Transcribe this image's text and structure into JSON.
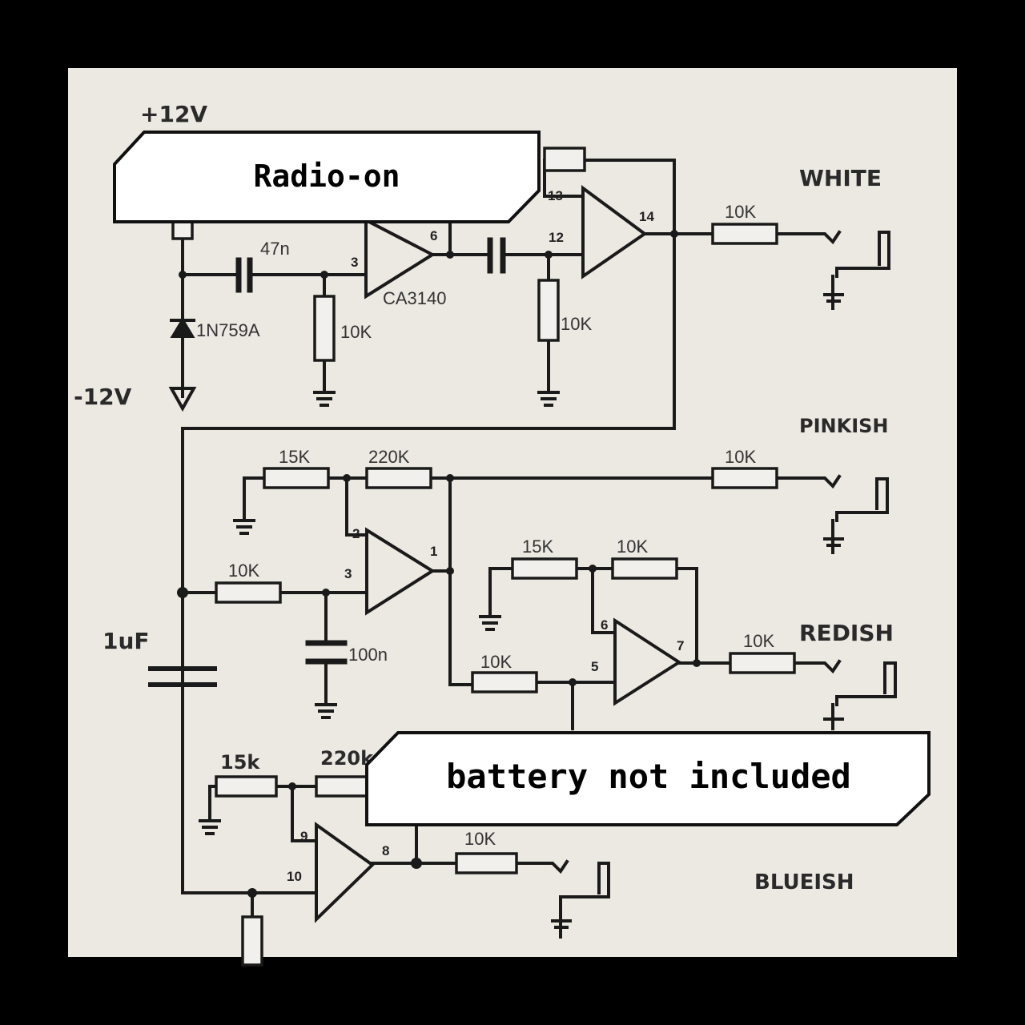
{
  "overlays": {
    "top_tag": "Radio-on",
    "bottom_tag": "battery not included"
  },
  "schematic": {
    "supply_pos": "+12V",
    "supply_neg": "-12V",
    "zener": "1N759A",
    "cap_47n": "47n",
    "opamp_model": "CA3140",
    "r_10k_a": "10K",
    "r_10k_b": "10K",
    "pin_3a": "3",
    "pin_6a": "6",
    "pin_12": "12",
    "pin_13": "13",
    "pin_14": "14",
    "out_white_r": "10K",
    "out_white": "WHITE",
    "out_pinkish": "PINKISH",
    "r_15k_a": "15K",
    "r_220k_a": "220K",
    "out_pink_r": "10K",
    "pin_2": "2",
    "pin_1": "1",
    "pin_3b": "3",
    "r_10k_c": "10K",
    "cap_100n": "100n",
    "cap_1uf": "1uF",
    "r_15k_b": "15K",
    "r_10k_d": "10K",
    "pin_6b": "6",
    "pin_7": "7",
    "pin_5": "5",
    "r_10k_e": "10K",
    "out_red_r": "10K",
    "out_redish": "REDISH",
    "r_15k_c": "15k",
    "r_220k_b": "220k",
    "pin_9": "9",
    "pin_8": "8",
    "pin_10": "10",
    "out_blue_r": "10K",
    "out_blueish": "BLUEISH"
  },
  "colors": {
    "paper": "#ece9e3",
    "ink": "#1a1a1a",
    "frame": "#000000",
    "tag_fill": "#ffffff"
  }
}
